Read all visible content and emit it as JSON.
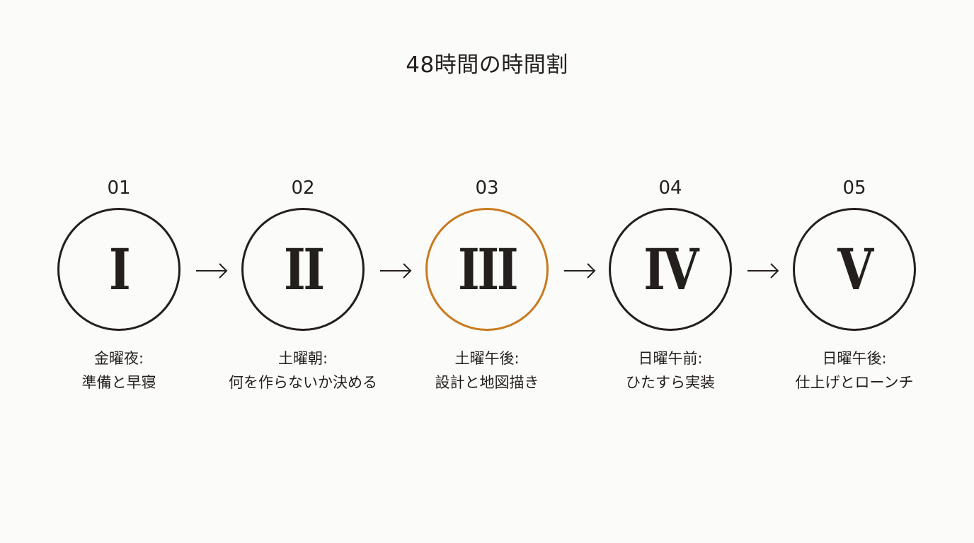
{
  "title": "48時間の時間割",
  "accent_color": "#c97a1e",
  "steps": [
    {
      "number": "01",
      "roman": "I",
      "caption_line1": "金曜夜:",
      "caption_line2": "準備と早寝",
      "active": false
    },
    {
      "number": "02",
      "roman": "II",
      "caption_line1": "土曜朝:",
      "caption_line2": "何を作らないか決める",
      "active": false
    },
    {
      "number": "03",
      "roman": "III",
      "caption_line1": "土曜午後:",
      "caption_line2": "設計と地図描き",
      "active": true
    },
    {
      "number": "04",
      "roman": "IV",
      "caption_line1": "日曜午前:",
      "caption_line2": "ひたすら実装",
      "active": false
    },
    {
      "number": "05",
      "roman": "V",
      "caption_line1": "日曜午後:",
      "caption_line2": "仕上げとローンチ",
      "active": false
    }
  ],
  "connector_icon": "arrow-right-icon"
}
